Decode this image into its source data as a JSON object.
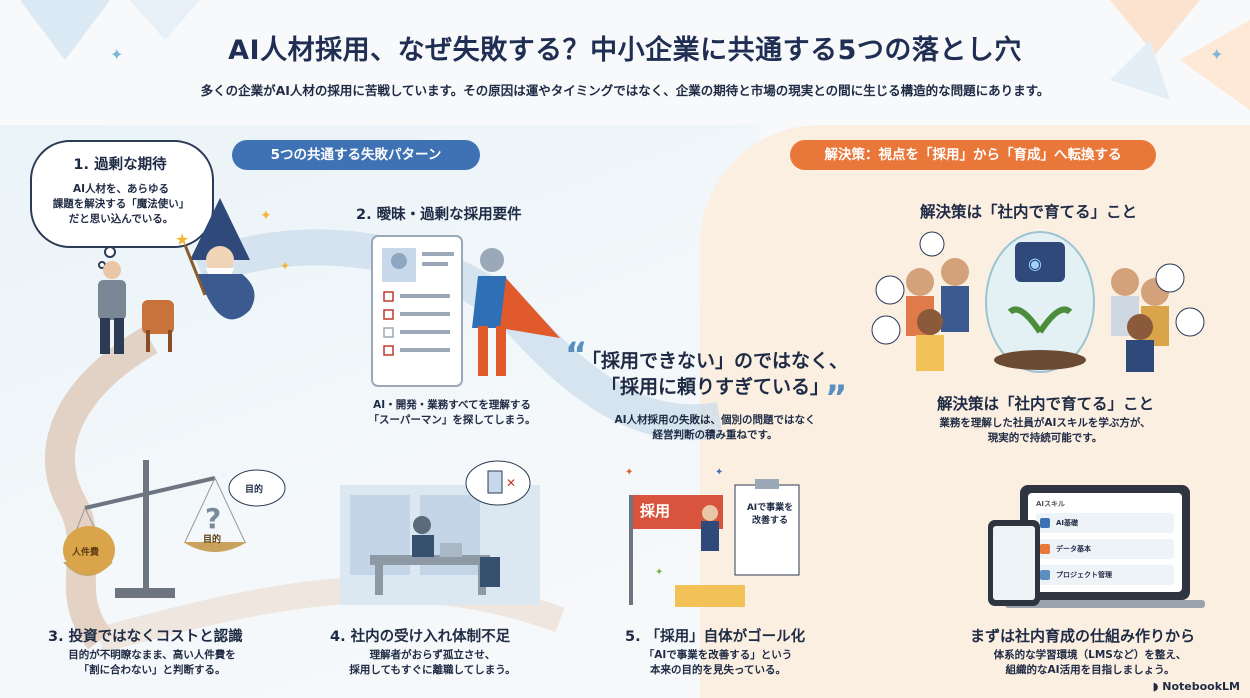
{
  "header": {
    "title": "AI人材採用、なぜ失敗する？中小企業に共通する5つの落とし穴",
    "subtitle": "多くの企業がAI人材の採用に苦戦しています。その原因は運やタイミングではなく、企業の期待と市場の現実との間に生じる構造的な問題にあります。"
  },
  "left": {
    "section_label": "5つの共通する失敗パターン",
    "items": [
      {
        "title": "1. 過剰な期待",
        "body1": "AI人材を、あらゆる",
        "body2": "課題を解決する「魔法使い」",
        "body3": "だと思い込んでいる。"
      },
      {
        "title": "2. 曖昧・過剰な採用要件",
        "body1": "AI・開発・業務すべてを理解する",
        "body2": "「スーパーマン」を探してしまう。"
      },
      {
        "title": "3. 投資ではなくコストと認識",
        "body1": "目的が不明瞭なまま、高い人件費を",
        "body2": "「割に合わない」と判断する。"
      },
      {
        "title": "4. 社内の受け入れ体制不足",
        "body1": "理解者がおらず孤立させ、",
        "body2": "採用してもすぐに離職してしまう。"
      },
      {
        "title": "5. 「採用」自体がゴール化",
        "body1": "「AIで事業を改善する」という",
        "body2": "本来の目的を見失っている。"
      }
    ],
    "quote": {
      "line1": "「採用できない」のではなく、",
      "line2": "「採用に頼りすぎている」",
      "body1": "AI人材採用の失敗は、個別の問題ではなく",
      "body2": "経営判断の積み重ねです。"
    },
    "scale_labels": {
      "cost": "人件費",
      "goal": "目的",
      "goal_tag": "目的"
    },
    "flag_label": "採用",
    "clipboard": {
      "line1": "AIで事業を",
      "line2": "改善する"
    }
  },
  "right": {
    "section_label": "解決策：視点を「採用」から「育成」へ転換する",
    "top_heading": "解決策は「社内で育てる」こと",
    "mid_heading": "解決策は「社内で育てる」こと",
    "mid_body1": "業務を理解した社員がAIスキルを学ぶ方が、",
    "mid_body2": "現実的で持続可能です。",
    "screen_items": [
      "AI基礎",
      "データ基本",
      "プロジェクト管理"
    ],
    "screen_header": "AIスキル",
    "bottom_heading": "まずは社内育成の仕組み作りから",
    "bottom_body1": "体系的な学習環境（LMSなど）を整え、",
    "bottom_body2": "組織的なAI活用を目指しましょう。"
  },
  "footer": {
    "brand": "NotebookLM"
  }
}
